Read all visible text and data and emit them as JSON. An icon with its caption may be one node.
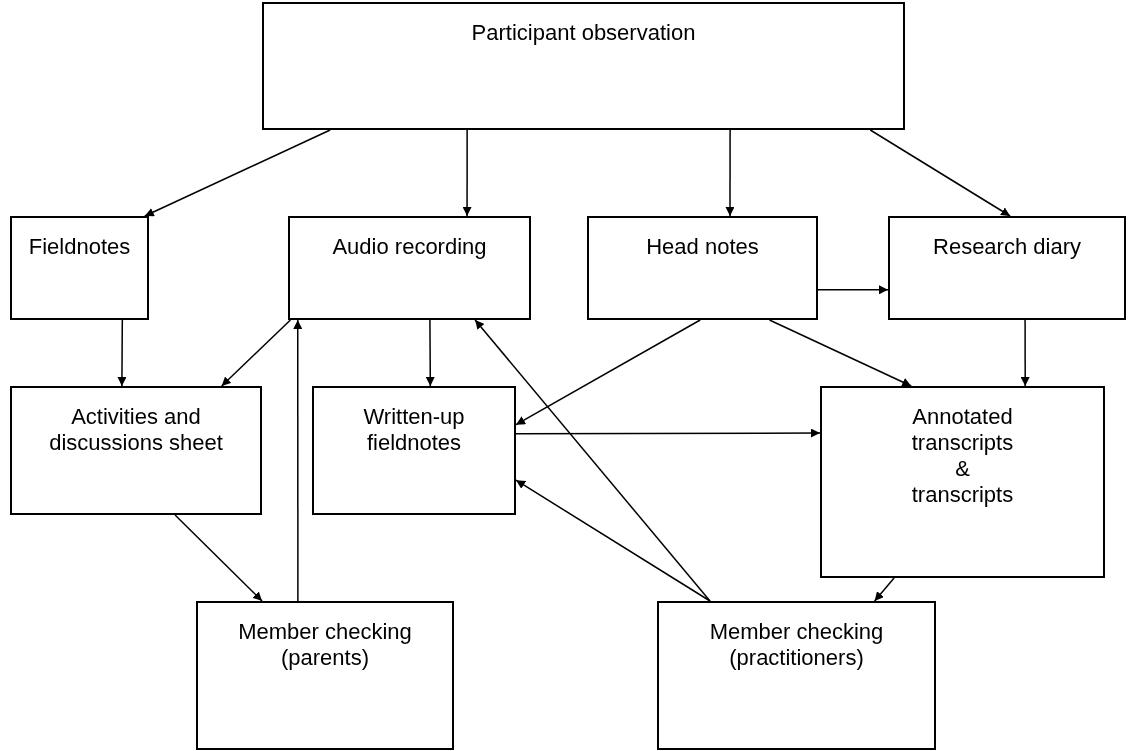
{
  "diagram": {
    "nodes": [
      {
        "text": [
          "Participant observation"
        ]
      },
      {
        "text": [
          "Fieldnotes"
        ]
      },
      {
        "text": [
          "Audio recording"
        ]
      },
      {
        "text": [
          "Head notes"
        ]
      },
      {
        "text": [
          "Research diary"
        ]
      },
      {
        "text": [
          "Activities and discussions sheet"
        ]
      },
      {
        "text": [
          "Written-up fieldnotes"
        ]
      },
      {
        "text": [
          "Annotated transcripts & transcripts"
        ]
      },
      {
        "text": [
          "Member checking (parents)"
        ]
      },
      {
        "text": [
          "Member checking (practitioners)"
        ]
      }
    ],
    "edges": [
      {
        "from": 0,
        "to": 1,
        "arrow": "to"
      },
      {
        "from": 0,
        "to": 2,
        "arrow": "to"
      },
      {
        "from": 0,
        "to": 3,
        "arrow": "to"
      },
      {
        "from": 0,
        "to": 4,
        "arrow": "to"
      },
      {
        "from": 1,
        "to": 5,
        "arrow": "to"
      },
      {
        "from": 2,
        "to": 5,
        "arrow": "to"
      },
      {
        "from": 2,
        "to": 6,
        "arrow": "to"
      },
      {
        "from": 3,
        "to": 6,
        "arrow": "to"
      },
      {
        "from": 3,
        "to": 7,
        "arrow": "to"
      },
      {
        "from": 3,
        "to": 4,
        "arrow": "to"
      },
      {
        "from": 4,
        "to": 7,
        "arrow": "to"
      },
      {
        "from": 6,
        "to": 7,
        "arrow": "to"
      },
      {
        "from": 5,
        "to": 8,
        "arrow": "to"
      },
      {
        "from": 8,
        "to": 2,
        "arrow": "to"
      },
      {
        "from": 9,
        "to": 6,
        "arrow": "to"
      },
      {
        "from": 9,
        "to": 2,
        "arrow": "to"
      },
      {
        "from": 7,
        "to": 9,
        "arrow": "to"
      }
    ]
  }
}
